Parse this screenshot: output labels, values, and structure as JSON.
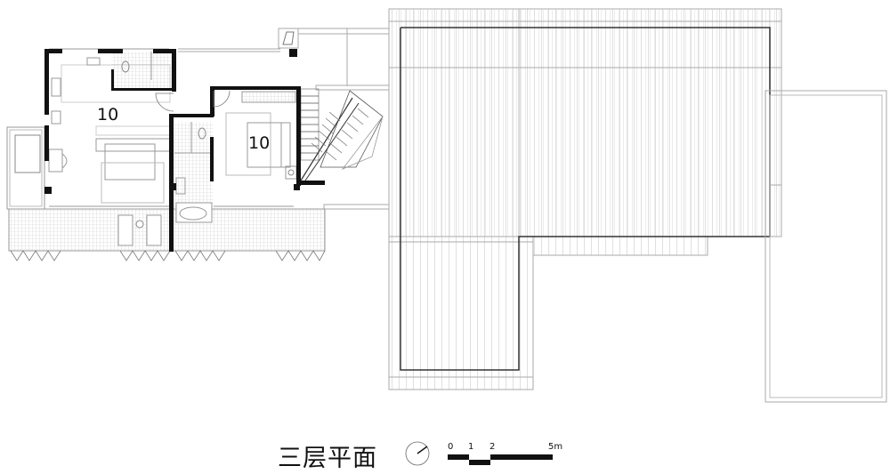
{
  "drawing": {
    "title": "三层平面",
    "rooms": [
      {
        "label": "10",
        "name": "bedroom-left"
      },
      {
        "label": "10",
        "name": "bedroom-right"
      }
    ],
    "scale_bar": {
      "ticks": [
        "0",
        "1",
        "2",
        "5m"
      ],
      "unit": "m"
    },
    "north_arrow": "north-arrow-icon",
    "colors": {
      "wall": "#111111",
      "line": "#999999",
      "hatch": "#cfcfcf",
      "roof_outline": "#333333"
    }
  }
}
